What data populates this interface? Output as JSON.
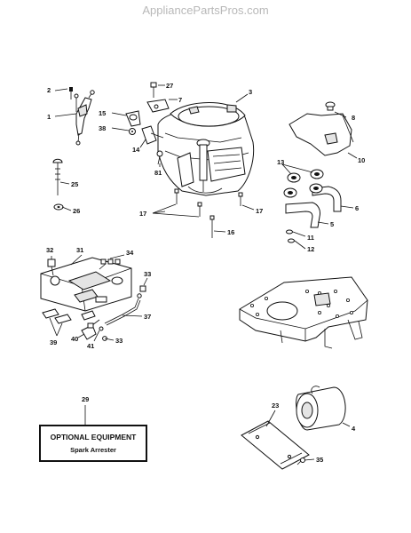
{
  "watermark": "AppliancePartsPros.com",
  "optional_box": {
    "title": "OPTIONAL EQUIPMENT",
    "subtitle": "Spark Arrester"
  },
  "part_numbers": {
    "p1": "1",
    "p2": "2",
    "p3": "3",
    "p4": "4",
    "p5": "5",
    "p6": "6",
    "p7": "7",
    "p8": "8",
    "p10": "10",
    "p11": "11",
    "p12": "12",
    "p13": "13",
    "p14": "14",
    "p15": "15",
    "p16": "16",
    "p17a": "17",
    "p17b": "17",
    "p23": "23",
    "p25": "25",
    "p26": "26",
    "p27": "27",
    "p29": "29",
    "p31": "31",
    "p32": "32",
    "p33a": "33",
    "p33b": "33",
    "p34": "34",
    "p35": "35",
    "p37": "37",
    "p38": "38",
    "p39": "39",
    "p40": "40",
    "p41": "41",
    "p81": "81"
  }
}
